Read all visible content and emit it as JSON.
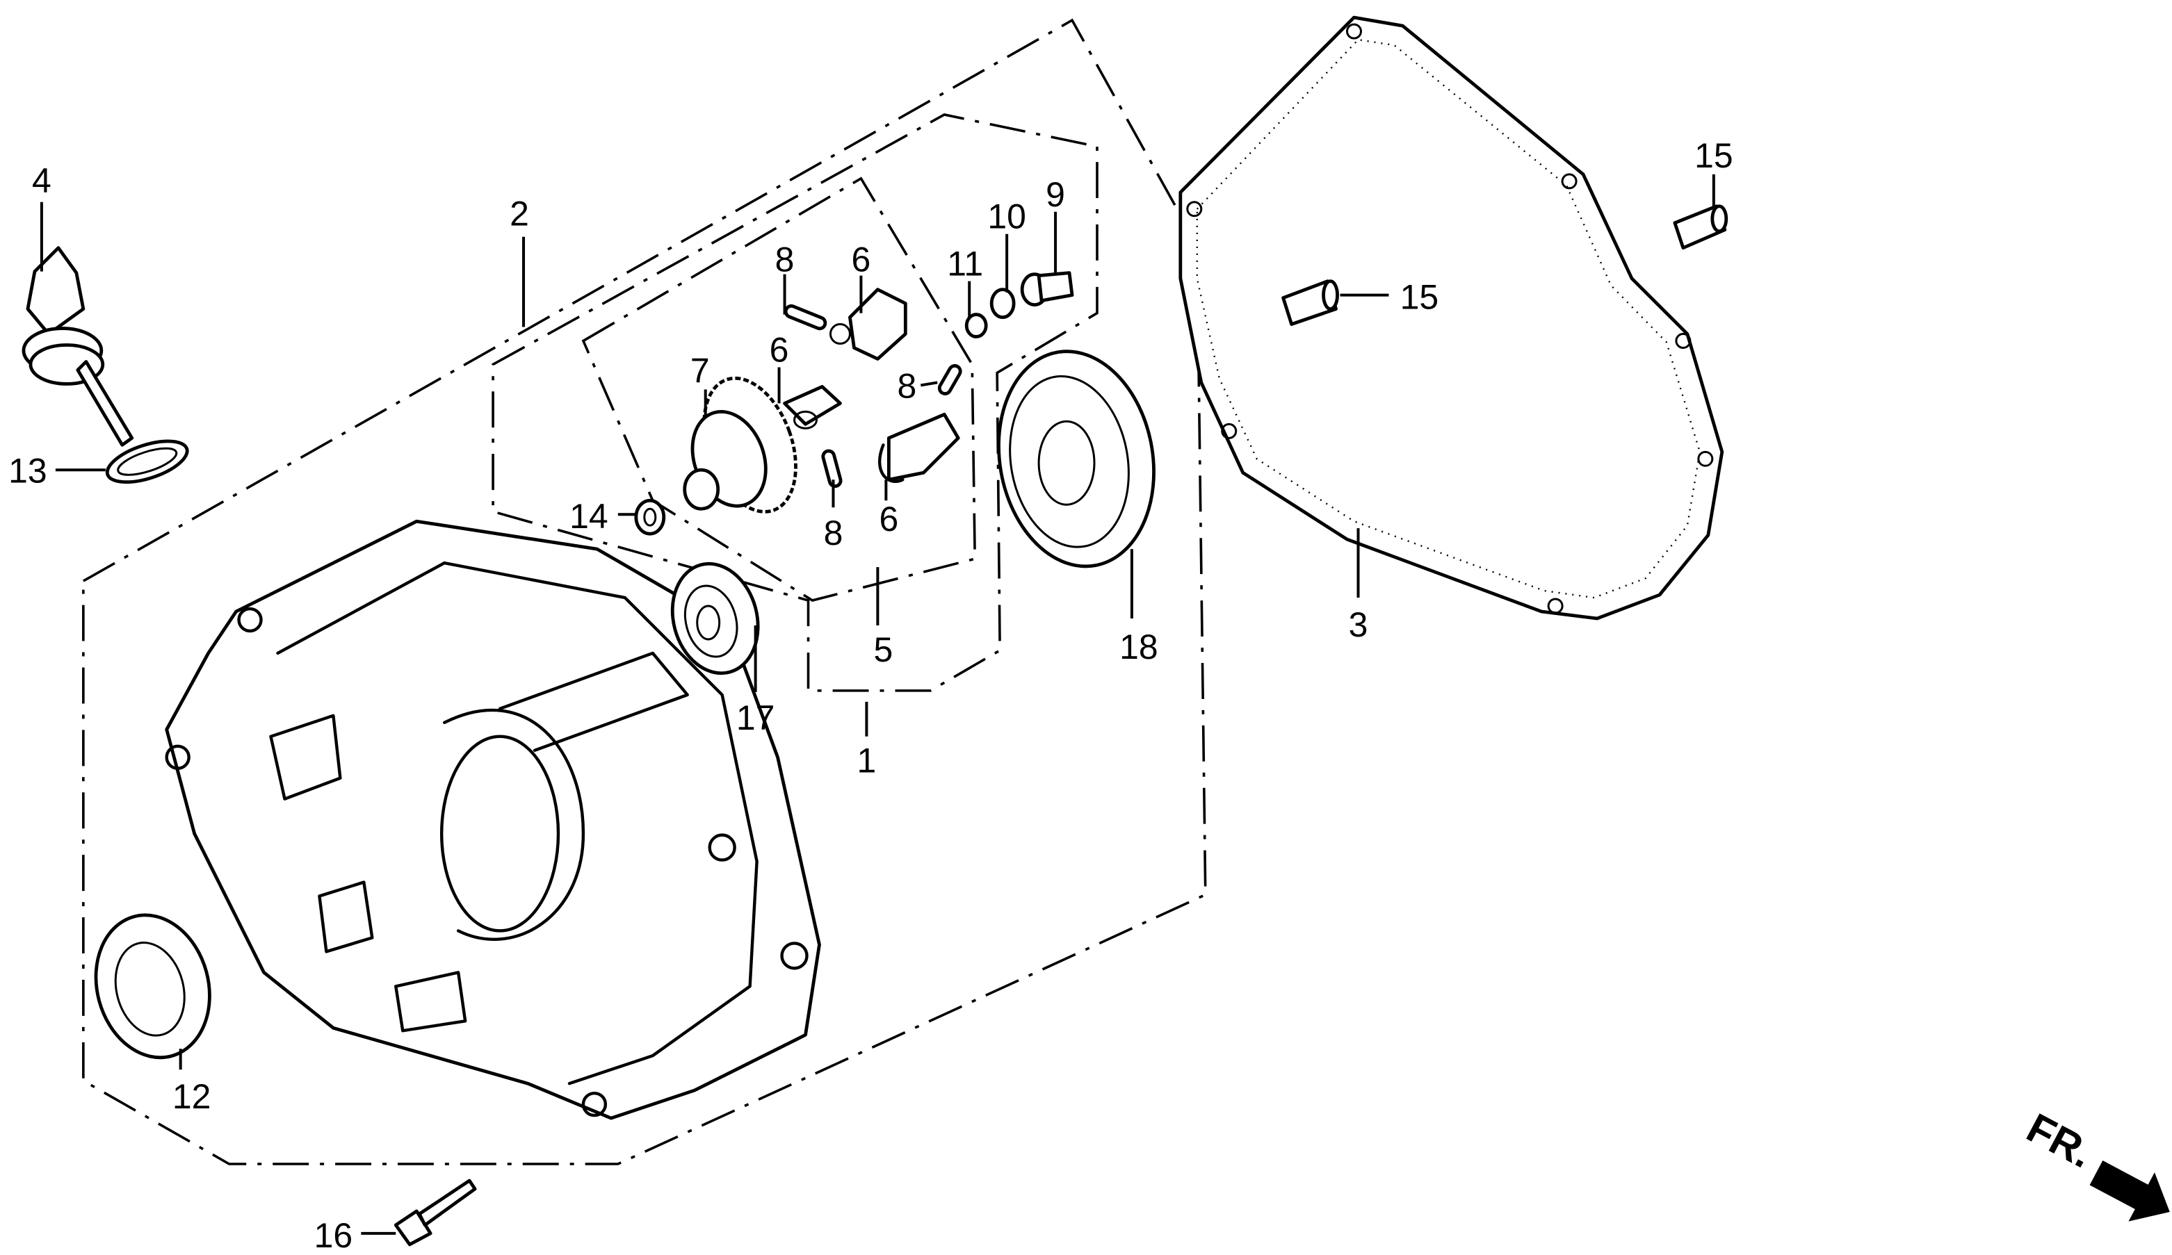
{
  "diagram": {
    "type": "exploded parts view",
    "callouts": [
      {
        "id": "c1",
        "ref": "1"
      },
      {
        "id": "c2",
        "ref": "2"
      },
      {
        "id": "c3",
        "ref": "3"
      },
      {
        "id": "c4",
        "ref": "4"
      },
      {
        "id": "c5",
        "ref": "5"
      },
      {
        "id": "c6a",
        "ref": "6"
      },
      {
        "id": "c6b",
        "ref": "6"
      },
      {
        "id": "c6c",
        "ref": "6"
      },
      {
        "id": "c7",
        "ref": "7"
      },
      {
        "id": "c8a",
        "ref": "8"
      },
      {
        "id": "c8b",
        "ref": "8"
      },
      {
        "id": "c8c",
        "ref": "8"
      },
      {
        "id": "c9",
        "ref": "9"
      },
      {
        "id": "c10",
        "ref": "10"
      },
      {
        "id": "c11",
        "ref": "11"
      },
      {
        "id": "c12",
        "ref": "12"
      },
      {
        "id": "c13",
        "ref": "13"
      },
      {
        "id": "c14",
        "ref": "14"
      },
      {
        "id": "c15a",
        "ref": "15"
      },
      {
        "id": "c15b",
        "ref": "15"
      },
      {
        "id": "c16",
        "ref": "16"
      },
      {
        "id": "c17",
        "ref": "17"
      },
      {
        "id": "c18",
        "ref": "18"
      }
    ],
    "direction_marker": {
      "text": "FR.",
      "icon": "arrow-right-down-icon"
    }
  }
}
